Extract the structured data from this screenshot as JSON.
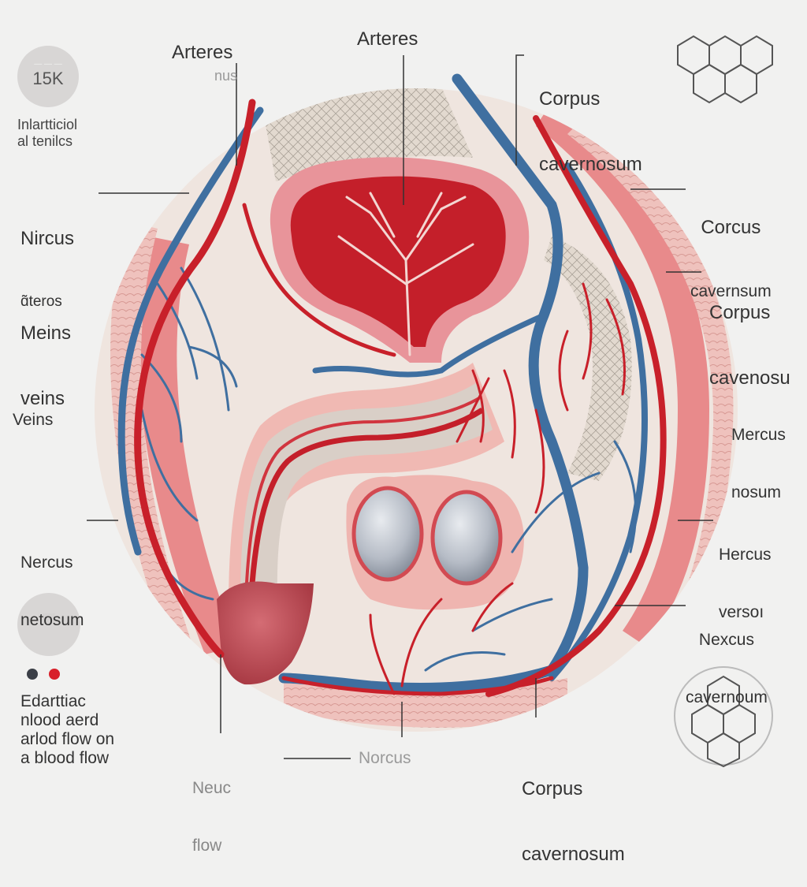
{
  "badges": {
    "top_value": "15K",
    "top_caption": "Inlartticiol\nal tenilcs",
    "bottom_caption": "Edarttiac\nnlood aerd\narlod flow on\na blood flow"
  },
  "legend_colors": {
    "vein": "#3b3f47",
    "artery": "#d8202a"
  },
  "colors": {
    "vein": "#3f6fa0",
    "artery": "#c8202a",
    "tissue": "#e46b70",
    "tissue_light": "#f1b3b0",
    "testis": "#b9bfc8",
    "glans": "#b7454f",
    "ink": "#333333"
  },
  "labels": {
    "arteres_left": "Arteres",
    "arteres_left_sub": "nus",
    "arteres_top": "Arteres",
    "corpus_top_right": {
      "line1": "Corpus",
      "line2": "cavernosum"
    },
    "nircus_arteros": {
      "line1": "Nircus",
      "line2": "ɑ̃teros"
    },
    "corcus_cavernsum": {
      "line1": "Corcus",
      "line2": "cavernsum"
    },
    "meins_veins": {
      "line1": "Meins",
      "line2": "veins"
    },
    "corpus_cavenosu": {
      "line1": "Corpus",
      "line2": "cavenosu"
    },
    "veins_left": "Veins",
    "mercus_nosum": {
      "line1": "Mercus",
      "line2": "nosum"
    },
    "nercus_netosum": {
      "line1": "Nercus",
      "line2": "netosum"
    },
    "hercus_verson": {
      "line1": "Hercus",
      "line2": "versoı"
    },
    "nexcus_cavernum": {
      "line1": "Nexcus",
      "line2": "cavernoum"
    },
    "neuc_flow": {
      "line1": "Neuc",
      "line2": "flow"
    },
    "norcus_bottom": "Norcus",
    "corpus_bottom": {
      "line1": "Corpus",
      "line2": "cavernosum"
    }
  }
}
